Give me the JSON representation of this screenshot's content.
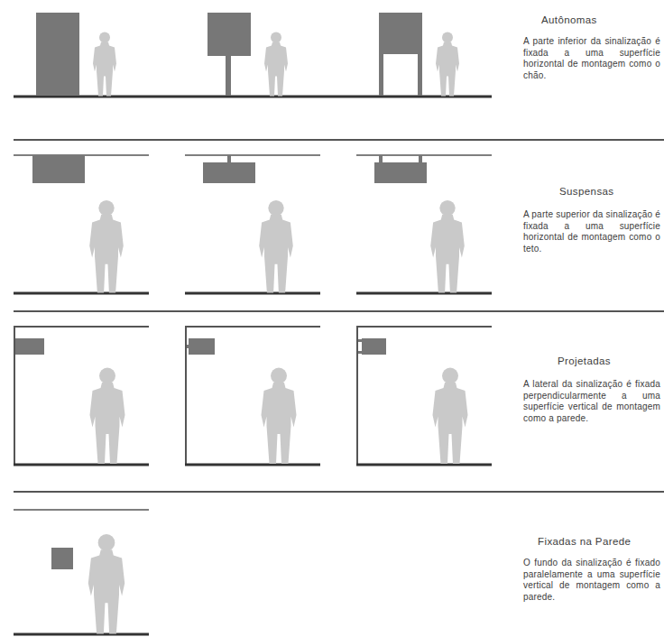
{
  "diagram": {
    "labels": [
      "Autônomas",
      "A parte inferior da sinalização é fixada a uma superfície horizontal de montagem como o chão.",
      "Suspensas",
      "A parte superior da sinalização é fixada a uma superfície horizontal de montagem como o teto.",
      "Projetadas",
      "A lateral da sinalização é fixada perpendicularmente a uma superfície vertical de montagem como a parede.",
      "Fixadas na Parede",
      "O fundo da sinalização é fixado paralelamente a uma superfície vertical de montagem como a parede."
    ]
  }
}
